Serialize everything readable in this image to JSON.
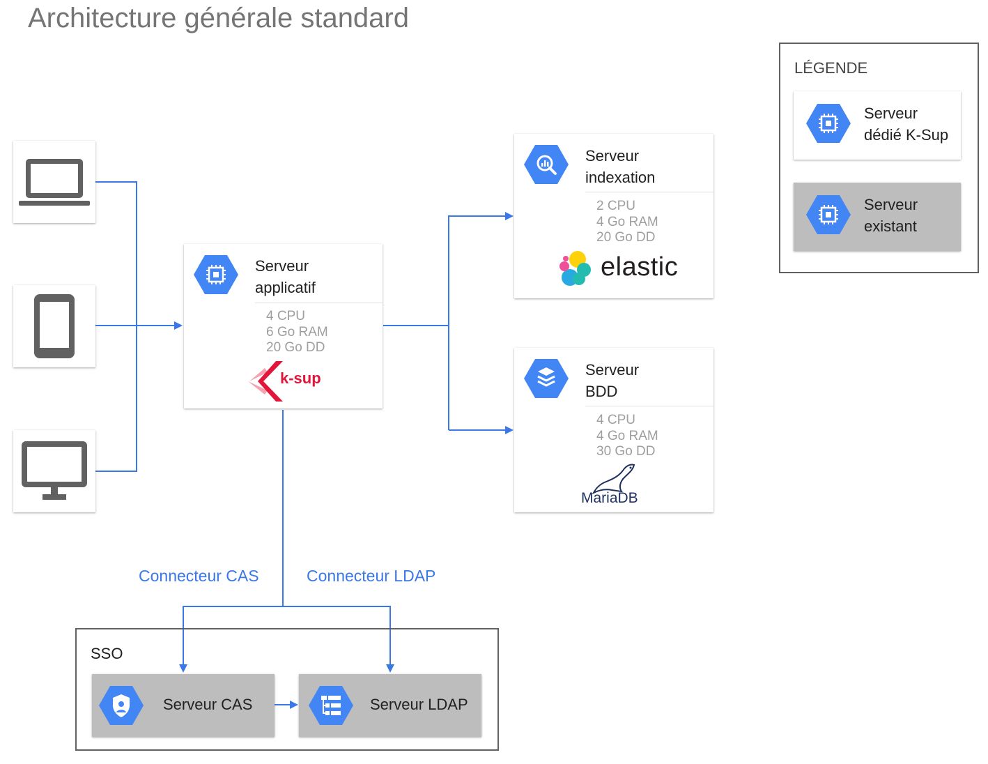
{
  "title": "Architecture générale standard",
  "legend": {
    "title": "LÉGENDE",
    "dedicated": {
      "line1": "Serveur",
      "line2": "dédié K-Sup"
    },
    "existing": {
      "line1": "Serveur",
      "line2": "existant"
    }
  },
  "app_server": {
    "line1": "Serveur",
    "line2": "applicatif",
    "specs": [
      "4 CPU",
      "6 Go RAM",
      "20 Go DD"
    ],
    "logo_text": "k-sup"
  },
  "index_server": {
    "line1": "Serveur",
    "line2": "indexation",
    "specs": [
      "2 CPU",
      "4 Go RAM",
      "20 Go DD"
    ],
    "logo_text": "elastic"
  },
  "db_server": {
    "line1": "Serveur",
    "line2": "BDD",
    "specs": [
      "4 CPU",
      "4 Go RAM",
      "30 Go DD"
    ],
    "logo_text": "MariaDB"
  },
  "connectors": {
    "cas": "Connecteur CAS",
    "ldap": "Connecteur LDAP"
  },
  "sso": {
    "label": "SSO",
    "cas_server": "Serveur CAS",
    "ldap_server": "Serveur LDAP"
  },
  "clients": [
    "laptop-icon",
    "tablet-icon",
    "desktop-icon"
  ],
  "colors": {
    "accent": "#3b78e7",
    "icon_blue": "#4285f4",
    "existing_bg": "#bdbdbd",
    "ksup_red": "#e0163a"
  }
}
